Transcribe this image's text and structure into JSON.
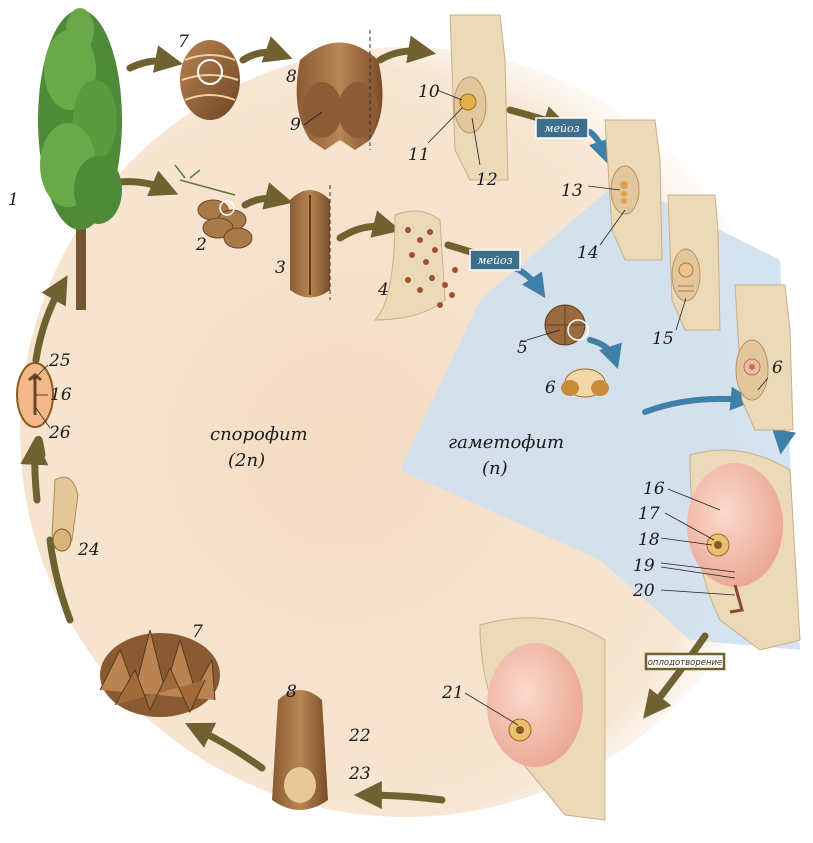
{
  "regions": {
    "sporophyte": {
      "label": "спорофит",
      "ploidy": "(2n)"
    },
    "gametophyte": {
      "label": "гаметофит",
      "ploidy": "(n)"
    }
  },
  "process_labels": {
    "meiosis_female": "мейоз",
    "meiosis_male": "мейоз",
    "fertilization": "оплодотворение"
  },
  "stage_numbers": {
    "n1": "1",
    "n2": "2",
    "n3": "3",
    "n4": "4",
    "n5": "5",
    "n6a": "6",
    "n6b": "6",
    "n7a": "7",
    "n7b": "7",
    "n8a": "8",
    "n8b": "8",
    "n9": "9",
    "n10": "10",
    "n11": "11",
    "n12": "12",
    "n13": "13",
    "n14": "14",
    "n15": "15",
    "n16a": "16",
    "n16b": "16",
    "n17": "17",
    "n18": "18",
    "n19": "19",
    "n20": "20",
    "n21": "21",
    "n22": "22",
    "n23": "23",
    "n24": "24",
    "n25": "25",
    "n26": "26"
  },
  "colors": {
    "sporophyte_bg": "#f6e3cf",
    "gametophyte_bg": "#cfe0ee",
    "cycle_arrow": "#6f6230",
    "process_arrow": "#3f7fa8",
    "meiosis_box": "#3d6e8c",
    "fertilization_box": "#6f6230",
    "tissue": "#ecd9b8",
    "cone": "#9b6a3e",
    "egg": "#f3b9a7"
  },
  "icons": [
    "pine-tree-icon",
    "female-cone-icon",
    "male-cone-icon",
    "ovule-icon",
    "pollen-grain-icon",
    "seed-icon",
    "mature-cone-icon",
    "embryo-icon"
  ]
}
